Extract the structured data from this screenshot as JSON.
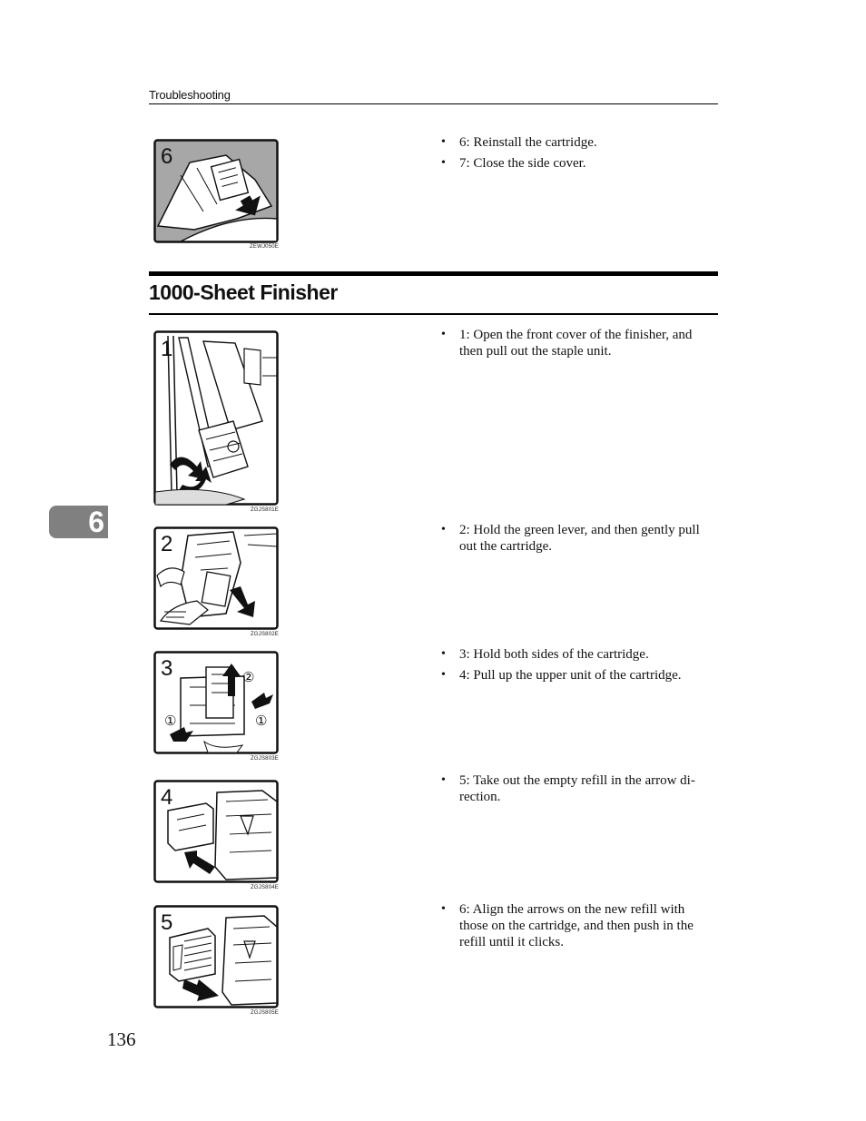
{
  "header": {
    "running_head": "Troubleshooting"
  },
  "section": {
    "title": "1000-Sheet Finisher"
  },
  "chapter_tab": "6",
  "page_number": "136",
  "figures": [
    {
      "step": "6",
      "code": "ZEWJ050E"
    },
    {
      "step": "1",
      "code": "ZGJS801E"
    },
    {
      "step": "2",
      "code": "ZGJS802E"
    },
    {
      "step": "3",
      "code": "ZGJS803E"
    },
    {
      "step": "4",
      "code": "ZGJS804E"
    },
    {
      "step": "5",
      "code": "ZGJS805E"
    }
  ],
  "fig3_callouts": [
    "①",
    "②",
    "①"
  ],
  "instructions": {
    "cartridge_top": [
      "6: Reinstall the cartridge.",
      "7: Close the side cover."
    ],
    "step1": [
      "1: Open the front cover of the finisher, and then pull out the staple unit."
    ],
    "step2": [
      "2: Hold the green lever, and then gently pull out the cartridge."
    ],
    "step3": [
      "3: Hold both sides of the cartridge.",
      "4: Pull up the upper unit of the cartridge."
    ],
    "step4": [
      "5: Take out the empty refill in the arrow di-rection."
    ],
    "step5": [
      "6: Align the arrows on the new refill with those on the cartridge, and then push in the refill until it clicks."
    ]
  }
}
